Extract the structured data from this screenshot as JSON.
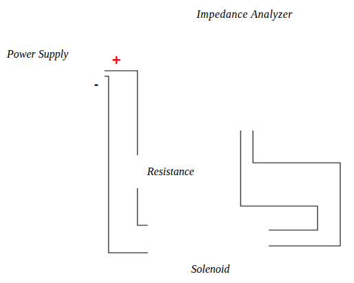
{
  "diagram": {
    "nodes": [
      {
        "text": [
          "Power Supply"
        ]
      },
      {
        "text": [
          "Impedance Analyzer"
        ]
      },
      {
        "text": [
          "Resistance"
        ]
      },
      {
        "text": [
          "Solenoid"
        ]
      }
    ],
    "edges": [
      {
        "from": 0,
        "to": 2,
        "arrow": "none"
      },
      {
        "from": 2,
        "to": 3,
        "arrow": "none"
      },
      {
        "from": 0,
        "to": 3,
        "arrow": "none"
      },
      {
        "from": 1,
        "to": 3,
        "arrow": "none"
      },
      {
        "from": 1,
        "to": 3,
        "arrow": "none"
      }
    ],
    "labels": [
      "+",
      "-"
    ]
  }
}
